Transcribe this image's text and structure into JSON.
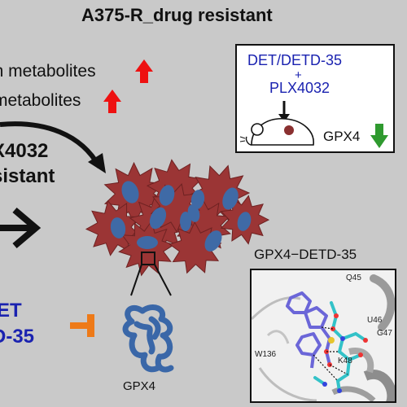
{
  "title": "A375-R_drug resistant",
  "left_text": {
    "metabolites_1": "in metabolites",
    "metabolites_2": "metabolites",
    "plx_line": "X4032",
    "resistant_line": "sistant",
    "det_line_1": "ET",
    "det_line_2": "D-35"
  },
  "mouse_box": {
    "line1": "DET/DETD-35",
    "line2": "+",
    "line3": "PLX4032",
    "gpx4_label": "GPX4"
  },
  "gpx4_label": "GPX4",
  "inset": {
    "title": "GPX4−DETD-35",
    "residues": [
      "Q45",
      "U46",
      "G47",
      "K48",
      "W136"
    ]
  },
  "colors": {
    "background": "#c9c9c9",
    "cell_fill": "#9b3535",
    "nucleus_fill": "#3f6aa6",
    "up_arrow": "#ee1111",
    "down_arrow": "#2f9a2f",
    "inhibit": "#ee7a18",
    "drug_text": "#1a22b0",
    "protein": "#3a67a8"
  },
  "icons": [
    "up-arrow-icon",
    "down-arrow-icon",
    "inhibition-icon",
    "mouse-icon",
    "curved-arrow-icon",
    "right-arrow-icon"
  ]
}
